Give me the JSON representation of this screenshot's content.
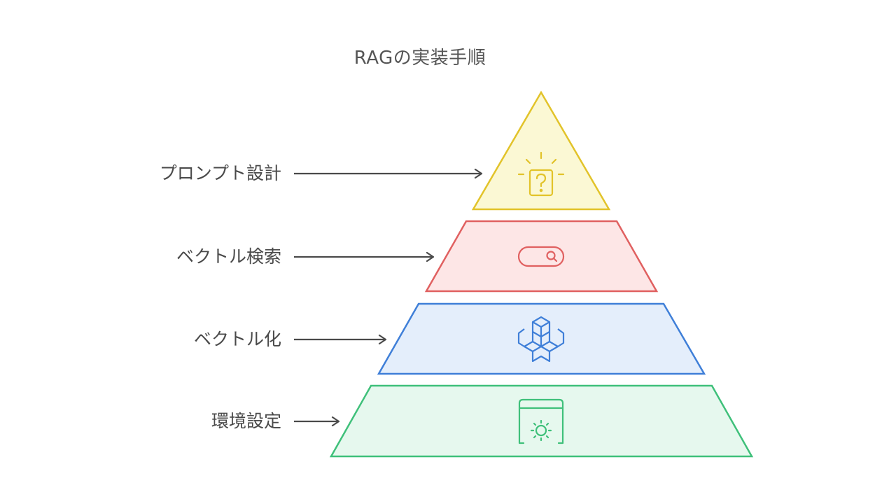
{
  "title": "RAGの実装手順",
  "layers": [
    {
      "label": "プロンプト設計",
      "icon": "question-lightbulb-icon",
      "stroke": "#e2c32a",
      "fill": "#fbf8d4",
      "icon_color": "#e2c32a"
    },
    {
      "label": "ベクトル検索",
      "icon": "search-bar-icon",
      "stroke": "#e06060",
      "fill": "#fde6e6",
      "icon_color": "#e06060"
    },
    {
      "label": "ベクトル化",
      "icon": "cube-cluster-icon",
      "stroke": "#3f7fd8",
      "fill": "#e4eefb",
      "icon_color": "#3f7fd8"
    },
    {
      "label": "環境設定",
      "icon": "settings-window-icon",
      "stroke": "#3fc07a",
      "fill": "#e6f8ee",
      "icon_color": "#3fc07a"
    }
  ],
  "arrow_color": "#4a4a4a"
}
